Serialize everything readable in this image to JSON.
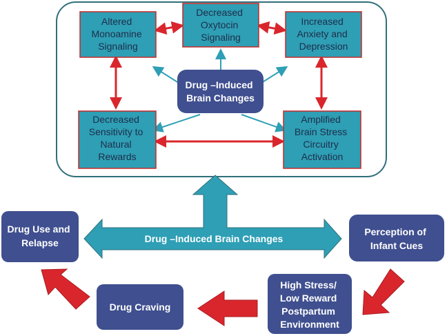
{
  "inner_boxes": {
    "altered_monoamine": [
      "Altered",
      "Monoamine",
      "Signaling"
    ],
    "decreased_oxytocin": [
      "Decreased",
      "Oxytocin",
      "Signaling"
    ],
    "increased_anxiety": [
      "Increased",
      "Anxiety and",
      "Depression"
    ],
    "decreased_sensitivity": [
      "Decreased",
      "Sensitivity to",
      "Natural",
      "Rewards"
    ],
    "amplified_stress": [
      "Amplified",
      "Brain Stress",
      "Circuitry",
      "Activation"
    ]
  },
  "center_box": [
    "Drug –Induced",
    "Brain Changes"
  ],
  "big_arrow_label": "Drug –Induced Brain Changes",
  "outer_boxes": {
    "drug_use": [
      "Drug Use and",
      "Relapse"
    ],
    "perception": [
      "Perception of",
      "Infant Cues"
    ],
    "high_stress": [
      "High Stress/",
      "Low Reward",
      "Postpartum",
      "Environment"
    ],
    "drug_craving": [
      "Drug Craving"
    ]
  },
  "colors": {
    "teal_box": "#2e9fb5",
    "navy_box": "#3f4f8f",
    "red_arrow": "#d9262c",
    "teal_arrow": "#2e9fb5",
    "frame": "#2f6f7a"
  }
}
